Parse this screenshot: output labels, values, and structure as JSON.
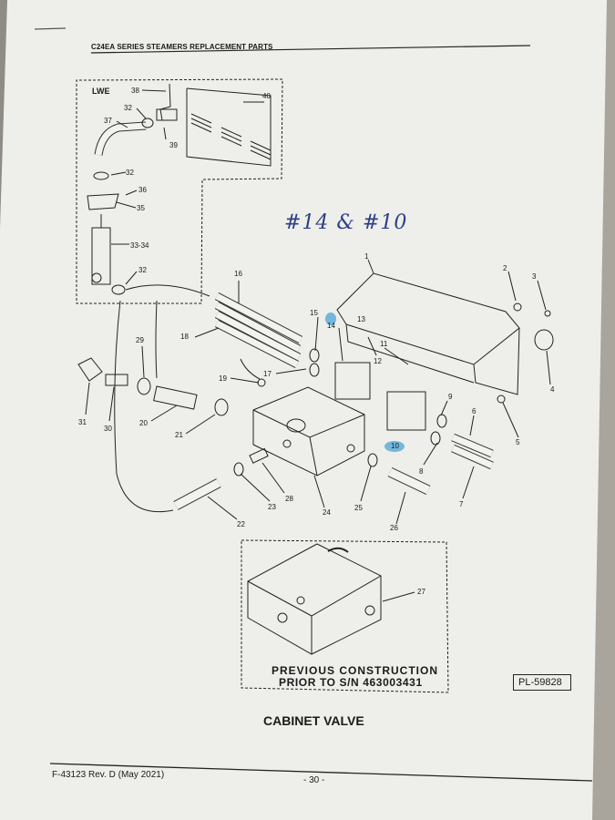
{
  "header": "C24EA SERIES STEAMERS REPLACEMENT PARTS",
  "handwritten_note": "#14 & #10",
  "inset_label": "LWE",
  "previous_construction": {
    "line1": "PREVIOUS CONSTRUCTION",
    "line2": "PRIOR TO S/N 463003431"
  },
  "plate_number": "PL-59828",
  "caption": "CABINET VALVE",
  "footer": {
    "doc_id": "F-43123 Rev. D (May 2021)",
    "page": "- 30 -"
  },
  "callouts": [
    "38",
    "40",
    "37",
    "32",
    "39",
    "32",
    "36",
    "35",
    "33-34",
    "32",
    "16",
    "1",
    "2",
    "3",
    "15",
    "14",
    "18",
    "29",
    "31",
    "30",
    "19",
    "17",
    "12",
    "11",
    "13",
    "9",
    "10",
    "6",
    "4",
    "5",
    "20",
    "21",
    "24",
    "8",
    "7",
    "23",
    "28",
    "25",
    "26",
    "22",
    "27"
  ],
  "colors": {
    "highlight": "#3fa0d6",
    "ink": "#2c3f86"
  }
}
